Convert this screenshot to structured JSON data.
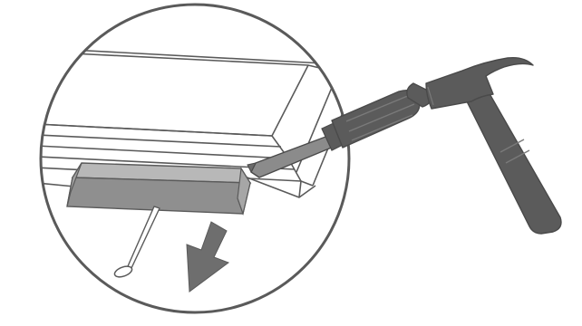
{
  "illustration": {
    "subject": "",
    "parts": [
      {
        "id": "detail-circle",
        "icon": "magnifier-circle"
      },
      {
        "id": "window-frame",
        "icon": "frame-corner"
      },
      {
        "id": "wooden-block",
        "icon": "block"
      },
      {
        "id": "nail",
        "icon": "nail"
      },
      {
        "id": "removal-arrow",
        "icon": "arrow-down-left"
      },
      {
        "id": "screwdriver",
        "icon": "screwdriver-icon"
      },
      {
        "id": "hammer",
        "icon": "hammer-icon"
      }
    ]
  },
  "colors": {
    "outline": "#5a5a5a",
    "tool_dark": "#5b5b5b",
    "tool_light": "#8b8b8b",
    "block_front": "#8f8f8f",
    "block_top": "#b8b8b8",
    "block_side": "#a0a0a0",
    "arrow": "#6e6e6e",
    "background": "#ffffff"
  }
}
